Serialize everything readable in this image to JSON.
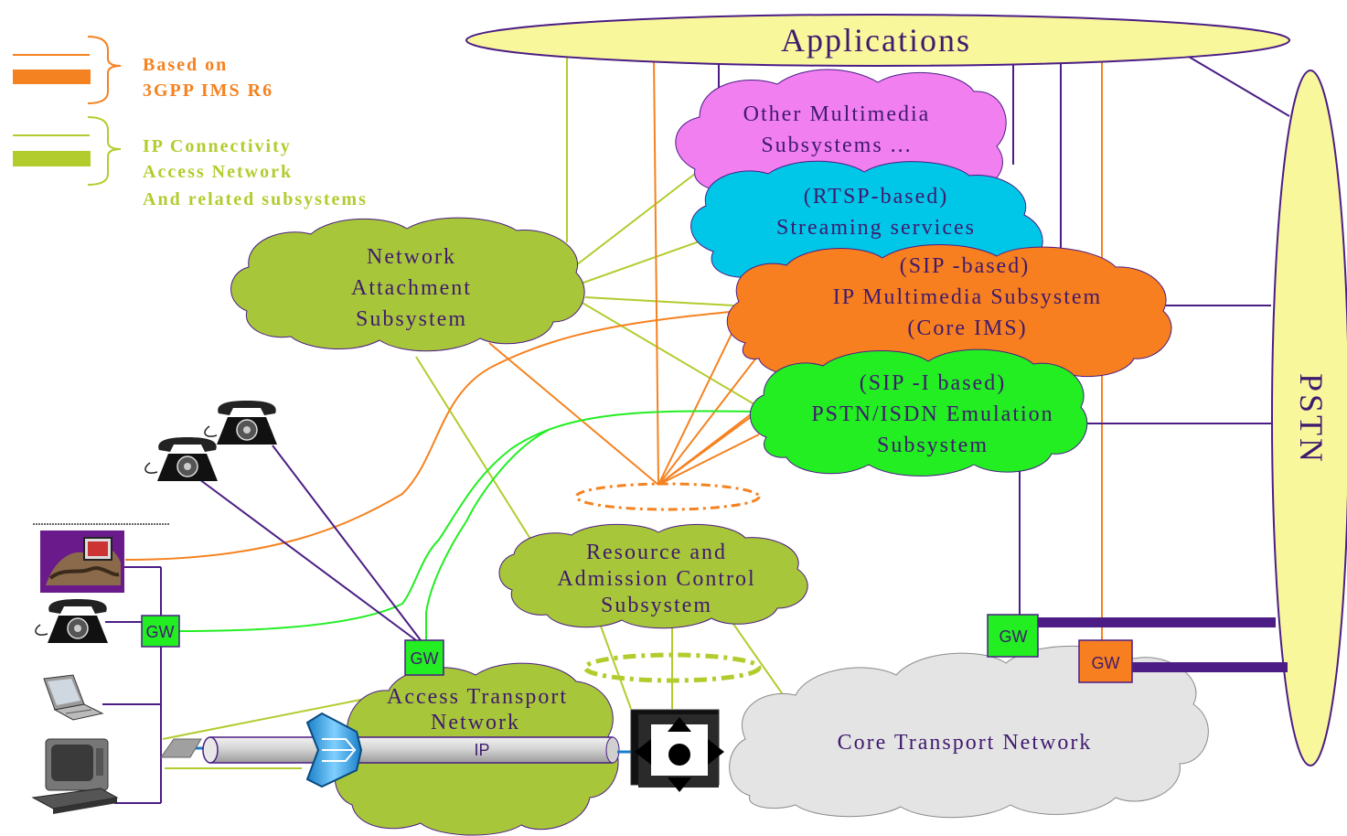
{
  "legend": {
    "orange_text_1": "Based on",
    "orange_text_2": "3GPP IMS R6",
    "green_text_1": "IP Connectivity",
    "green_text_2": "Access Network",
    "green_text_3": "And related subsystems"
  },
  "applications": "Applications",
  "pstn": "PSTN",
  "clouds": {
    "other_1": "Other Multimedia",
    "other_2": "Subsystems ...",
    "stream_1": "(RTSP-based)",
    "stream_2": "Streaming services",
    "ims_1": "(SIP -based)",
    "ims_2": "IP Multimedia Subsystem",
    "ims_3": "(Core IMS)",
    "pes_1": "(SIP -I based)",
    "pes_2": "PSTN/ISDN Emulation",
    "pes_3": "Subsystem",
    "nass_1": "Network",
    "nass_2": "Attachment",
    "nass_3": "Subsystem",
    "racs_1": "Resource and",
    "racs_2": "Admission Control",
    "racs_3": "Subsystem",
    "atn_1": "Access Transport",
    "atn_2": "Network",
    "ctn": "Core Transport Network"
  },
  "gw_label": "GW",
  "ip_label": "IP",
  "colors": {
    "orange": "#f58220",
    "light_green": "#b2cc2e",
    "purple": "#4b1d85",
    "ims_cloud": "#f77f1f",
    "stream_cloud": "#00c6e8",
    "other_cloud": "#f27ff0",
    "pes_cloud": "#22ee22",
    "nass_cloud": "#a8c63a",
    "core_cloud": "#e4e4e4",
    "app_ellipse": "#f9f79c"
  }
}
